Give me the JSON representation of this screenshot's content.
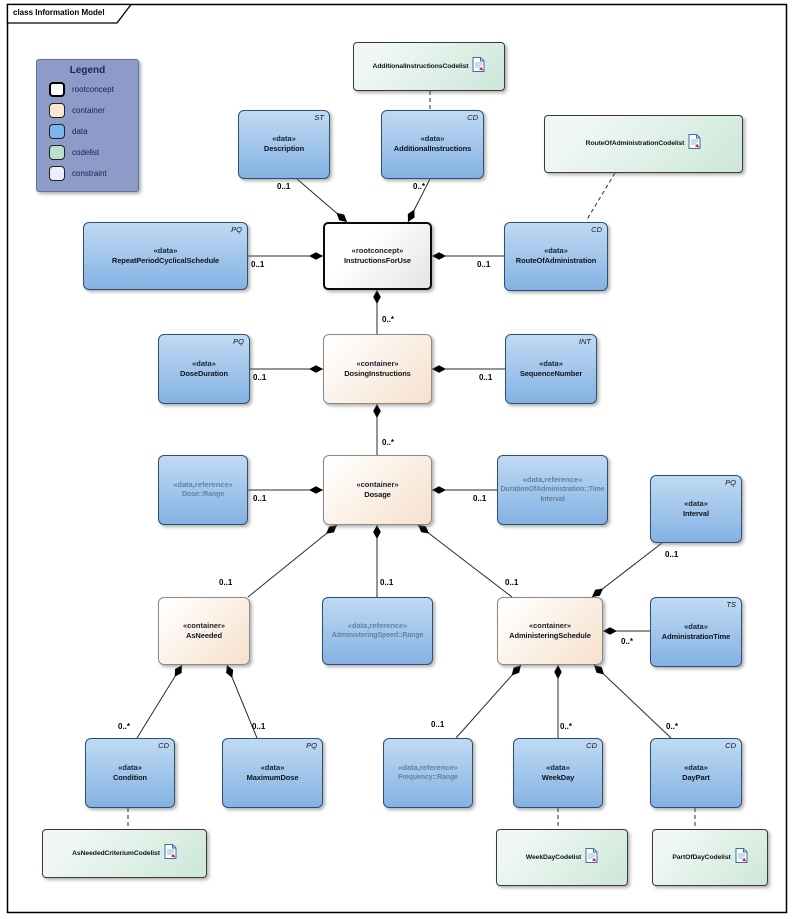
{
  "title": "class Information Model",
  "legend": {
    "title": "Legend",
    "items": [
      {
        "label": "rootconcept",
        "color": "#ffffff"
      },
      {
        "label": "container",
        "color": "#f9e6d4"
      },
      {
        "label": "data",
        "color": "#7fb5ea"
      },
      {
        "label": "codelist",
        "color": "#b8e0ca"
      },
      {
        "label": "constraint",
        "color": "#ececfb"
      }
    ]
  },
  "colors": {
    "data_fill": "#84b2e3",
    "container_fill": "#f6e0cb",
    "codelist_fill": "#cde7d9",
    "rootconcept_fill": "#ffffff",
    "legend_bg": "#8d9bc8",
    "line": "#2b2b2b"
  },
  "nodes": {
    "additional_instructions_codelist": {
      "label": "AdditionalInstructionsCodelist"
    },
    "route_of_administration_codelist": {
      "label": "RouteOfAdministrationCodelist"
    },
    "as_needed_criterium_codelist": {
      "label": "AsNeededCriteriumCodelist"
    },
    "week_day_codelist": {
      "label": "WeekDayCodelist"
    },
    "part_of_day_codelist": {
      "label": "PartOfDayCodelist"
    },
    "description": {
      "stereotype": "«data»",
      "label": "Description",
      "type": "ST"
    },
    "additional_instructions": {
      "stereotype": "«data»",
      "label": "AdditionalInstructions",
      "type": "CD"
    },
    "repeat_period_cyclical_schedule": {
      "stereotype": "«data»",
      "label": "RepeatPeriodCyclicalSchedule",
      "type": "PQ"
    },
    "instructions_for_use": {
      "stereotype": "«rootconcept»",
      "label": "InstructionsForUse"
    },
    "route_of_administration": {
      "stereotype": "«data»",
      "label": "RouteOfAdministration",
      "type": "CD"
    },
    "dose_duration": {
      "stereotype": "«data»",
      "label": "DoseDuration",
      "type": "PQ"
    },
    "dosing_instructions": {
      "stereotype": "«container»",
      "label": "DosingInstructions"
    },
    "sequence_number": {
      "stereotype": "«data»",
      "label": "SequenceNumber",
      "type": "INT"
    },
    "dose_range": {
      "stereotype": "«data,reference»",
      "label": "Dose::Range"
    },
    "dosage": {
      "stereotype": "«container»",
      "label": "Dosage"
    },
    "duration_of_administration_time_interval": {
      "stereotype": "«data,reference»",
      "label": "DurationOfAdministration::TimeInterval"
    },
    "interval": {
      "stereotype": "«data»",
      "label": "Interval",
      "type": "PQ"
    },
    "as_needed": {
      "stereotype": "«container»",
      "label": "AsNeeded"
    },
    "administering_speed_range": {
      "stereotype": "«data,reference»",
      "label": "AdministeringSpeed::Range"
    },
    "administering_schedule": {
      "stereotype": "«container»",
      "label": "AdministeringSchedule"
    },
    "administration_time": {
      "stereotype": "«data»",
      "label": "AdministrationTime",
      "type": "TS"
    },
    "condition": {
      "stereotype": "«data»",
      "label": "Condition",
      "type": "CD"
    },
    "maximum_dose": {
      "stereotype": "«data»",
      "label": "MaximumDose",
      "type": "PQ"
    },
    "frequency_range": {
      "stereotype": "«data,reference»",
      "label": "Frequency::Range"
    },
    "week_day": {
      "stereotype": "«data»",
      "label": "WeekDay",
      "type": "CD"
    },
    "day_part": {
      "stereotype": "«data»",
      "label": "DayPart",
      "type": "CD"
    }
  },
  "multiplicities": {
    "ifu_description": "0..1",
    "ifu_additional_instructions": "0..*",
    "ifu_repeat_period": "0..1",
    "ifu_route_of_administration": "0..1",
    "ifu_dosing_instructions": "0..*",
    "dosing_dose_duration": "0..1",
    "dosing_sequence_number": "0..1",
    "dosing_dosage": "0..*",
    "dosage_dose_range": "0..1",
    "dosage_duration_of_administration": "0..1",
    "dosage_as_needed": "0..1",
    "dosage_administering_speed": "0..1",
    "dosage_administering_schedule": "0..1",
    "schedule_interval": "0..1",
    "schedule_administration_time": "0..*",
    "as_needed_condition": "0..*",
    "as_needed_maximum_dose": "0..1",
    "schedule_frequency": "0..1",
    "schedule_week_day": "0..*",
    "schedule_day_part": "0..*"
  }
}
